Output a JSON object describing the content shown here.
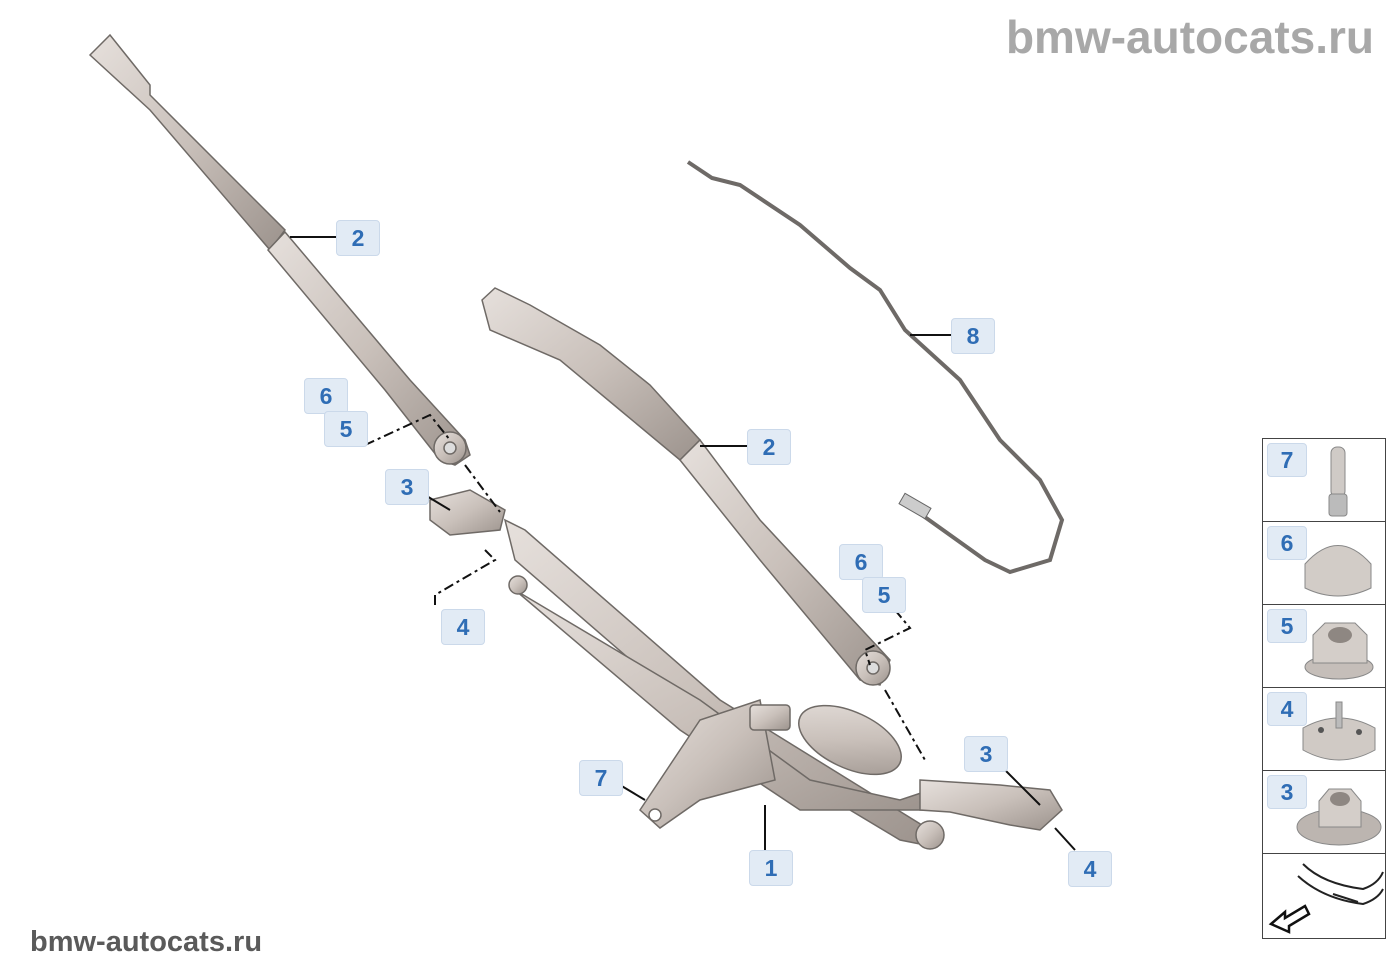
{
  "watermark_top": "bmw-autocats.ru",
  "watermark_bottom": "bmw-autocats.ru",
  "callouts": {
    "arm_left": "2",
    "arm_right": "2",
    "hose": "8",
    "cap_left": "6",
    "nut_left": "5",
    "nut3_left": "3",
    "grommet_left": "4",
    "cap_right": "6",
    "nut_right": "5",
    "nut3_right": "3",
    "grommet_right": "4",
    "bushing": "7",
    "linkage": "1"
  },
  "legend": [
    {
      "num": "7",
      "icon": "pin-bushing-icon"
    },
    {
      "num": "6",
      "icon": "cap-icon"
    },
    {
      "num": "5",
      "icon": "hex-collar-nut-icon"
    },
    {
      "num": "4",
      "icon": "grommet-icon"
    },
    {
      "num": "3",
      "icon": "flange-nut-icon"
    },
    {
      "num": null,
      "icon": "vehicle-front-arrow-icon"
    }
  ]
}
